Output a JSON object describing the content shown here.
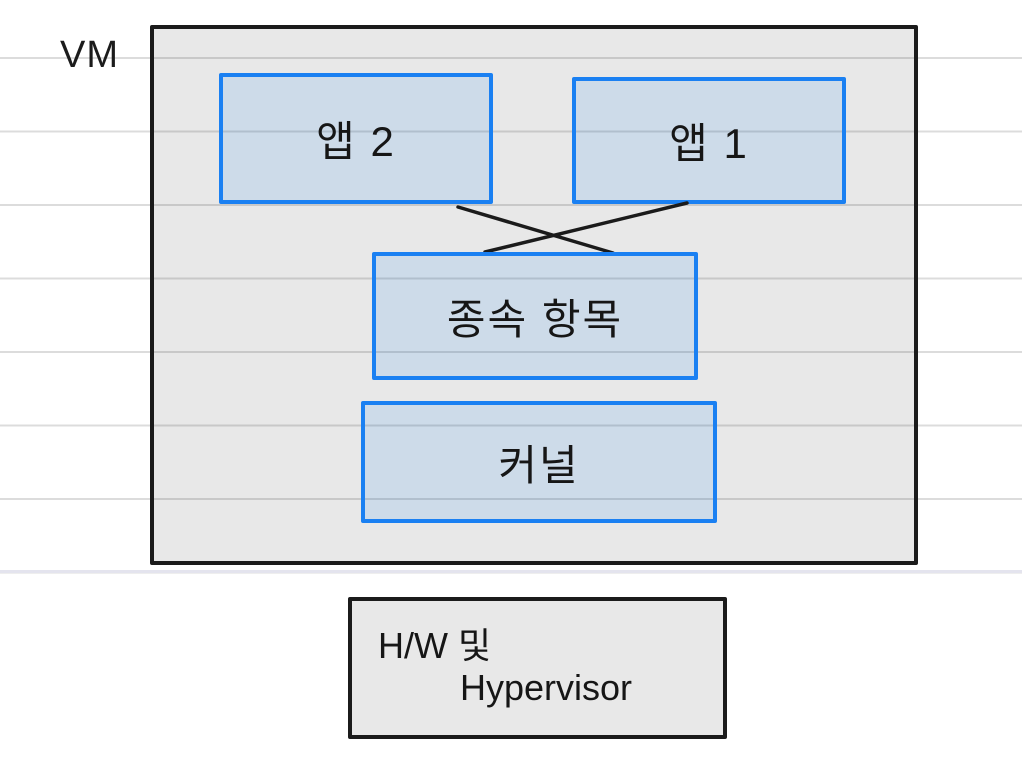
{
  "page": {
    "type": "handwritten-notebook-diagram",
    "background_color": "#ffffff",
    "ruled_line_color": "#dcdcdc"
  },
  "colors": {
    "node_border_blue": "#1a80f2",
    "node_fill_blue": "#cfdae8",
    "outline_black": "#1b1b1b",
    "panel_fill_gray": "#e7e7e7"
  },
  "diagram": {
    "vm_label": "VM",
    "nodes": {
      "app2": {
        "label": "앱 2"
      },
      "app1": {
        "label": "앱 1"
      },
      "dependencies": {
        "label": "종속 항목"
      },
      "kernel": {
        "label": "커널"
      }
    },
    "hw_box": {
      "line1": "H/W 및",
      "line2": "Hypervisor"
    },
    "connectors": [
      {
        "from": "app2",
        "to": "dependencies"
      },
      {
        "from": "app1",
        "to": "dependencies"
      }
    ]
  }
}
